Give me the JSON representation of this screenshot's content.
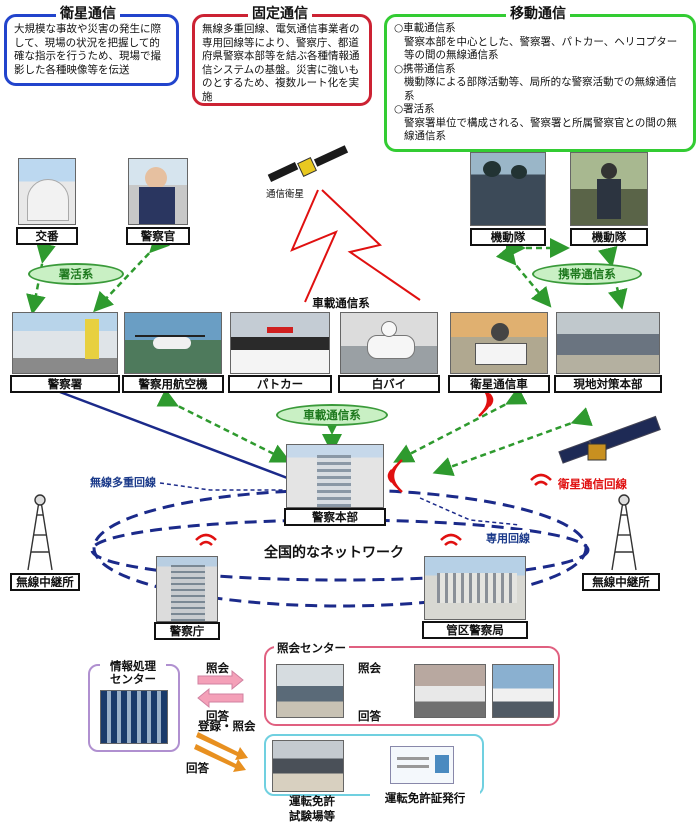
{
  "satellite_box": {
    "title": "衛星通信",
    "body": "大規模な事故や災害の発生に際して、現場の状況を把握して的確な指示を行うため、現場で撮影した各種映像等を伝送",
    "color": "#2244cc"
  },
  "fixed_box": {
    "title": "固定通信",
    "body": "無線多重回線、電気通信事業者の専用回線等により、警察庁、都道府県警察本部等を結ぶ各種情報通信システムの基盤。災害に強いものとするため、複数ルート化を実施",
    "color": "#cc2233"
  },
  "mobile_box": {
    "title": "移動通信",
    "color": "#33cc33",
    "items": [
      {
        "head": "○車載通信系",
        "body": "警察本部を中心とした、警察署、パトカー、ヘリコプター等の間の無線通信系"
      },
      {
        "head": "○携帯通信系",
        "body": "機動隊による部隊活動等、局所的な警察活動での無線通信系"
      },
      {
        "head": "○署活系",
        "body": "警察署単位で構成される、警察署と所属警察官との間の無線通信系"
      }
    ]
  },
  "labels": {
    "comm_satellite": "通信衛星",
    "koban": "交番",
    "officer": "警察官",
    "riot1": "機動隊",
    "riot2": "機動隊",
    "station": "警察署",
    "aircraft": "警察用航空機",
    "patrol": "パトカー",
    "motorbike": "白バイ",
    "sat_vehicle": "衛星通信車",
    "field_hq": "現地対策本部",
    "hq": "警察本部",
    "relay_left": "無線中継所",
    "relay_right": "無線中継所",
    "npa": "警察庁",
    "district": "管区警察局",
    "shokatsu": "署活系",
    "keitai": "携帯通信系",
    "shasai": "車載通信系",
    "shasai_top": "車載通信系",
    "multiplex": "無線多重回線",
    "dedicated": "専用回線",
    "sat_line": "衛星通信回線",
    "network": "全国的なネットワーク",
    "info_center": "情報処理\nセンター",
    "inquiry_center": "照会センター",
    "query1": "照会",
    "reply1": "回答",
    "query2": "照会",
    "reply2": "回答",
    "register": "登録・照会",
    "reply3": "回答",
    "license_center": "運転免許\n試験場等",
    "license_issue": "運転免許証発行"
  },
  "colors": {
    "dashed_green": "#2e9a2e",
    "network_blue": "#1b2a8a",
    "radio_red": "#e01010",
    "pink_border": "#e06080",
    "purple_border": "#b090d0",
    "cyan_border": "#70d0e0",
    "arrow_pink": "#f4a0b8",
    "arrow_orange": "#e89020"
  }
}
